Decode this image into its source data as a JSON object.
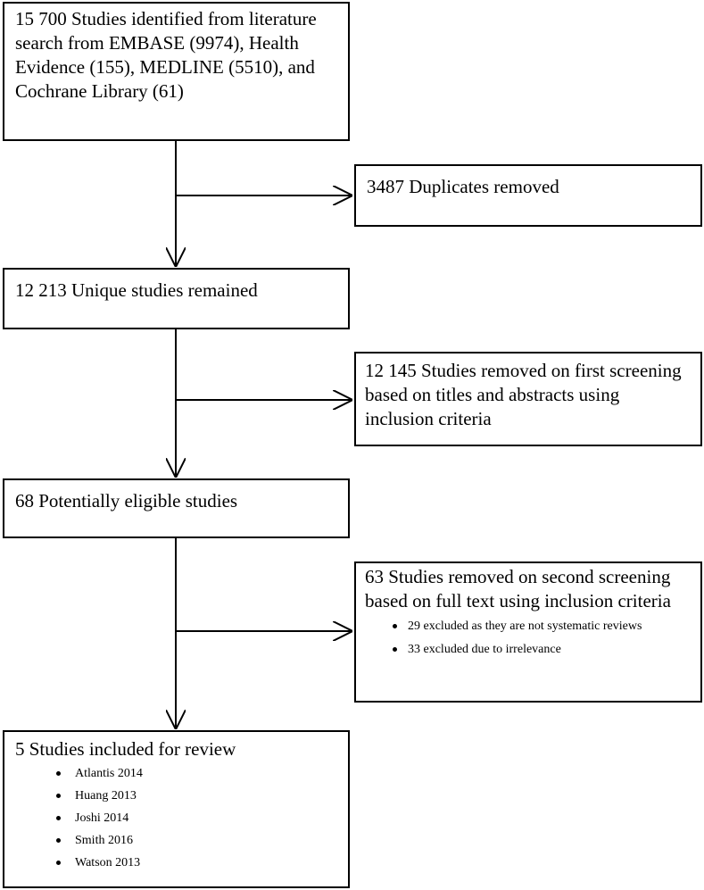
{
  "boxes": {
    "identified": "15 700 Studies identified from literature search from EMBASE (9974), Health Evidence (155), MEDLINE (5510), and Cochrane Library (61)",
    "duplicates": "3487 Duplicates removed",
    "unique": "12 213 Unique studies remained",
    "first_screening": "12 145 Studies removed on first screening based on titles and abstracts using inclusion criteria",
    "eligible": "68 Potentially eligible studies",
    "second_screening": {
      "title": "63 Studies removed on second screening based on full text using inclusion criteria",
      "reasons": [
        "29 excluded as they are not systematic reviews",
        "33 excluded due to irrelevance"
      ]
    },
    "included": {
      "title": "5 Studies included for review",
      "studies": [
        "Atlantis 2014",
        "Huang 2013",
        "Joshi 2014",
        "Smith 2016",
        "Watson 2013"
      ]
    }
  }
}
